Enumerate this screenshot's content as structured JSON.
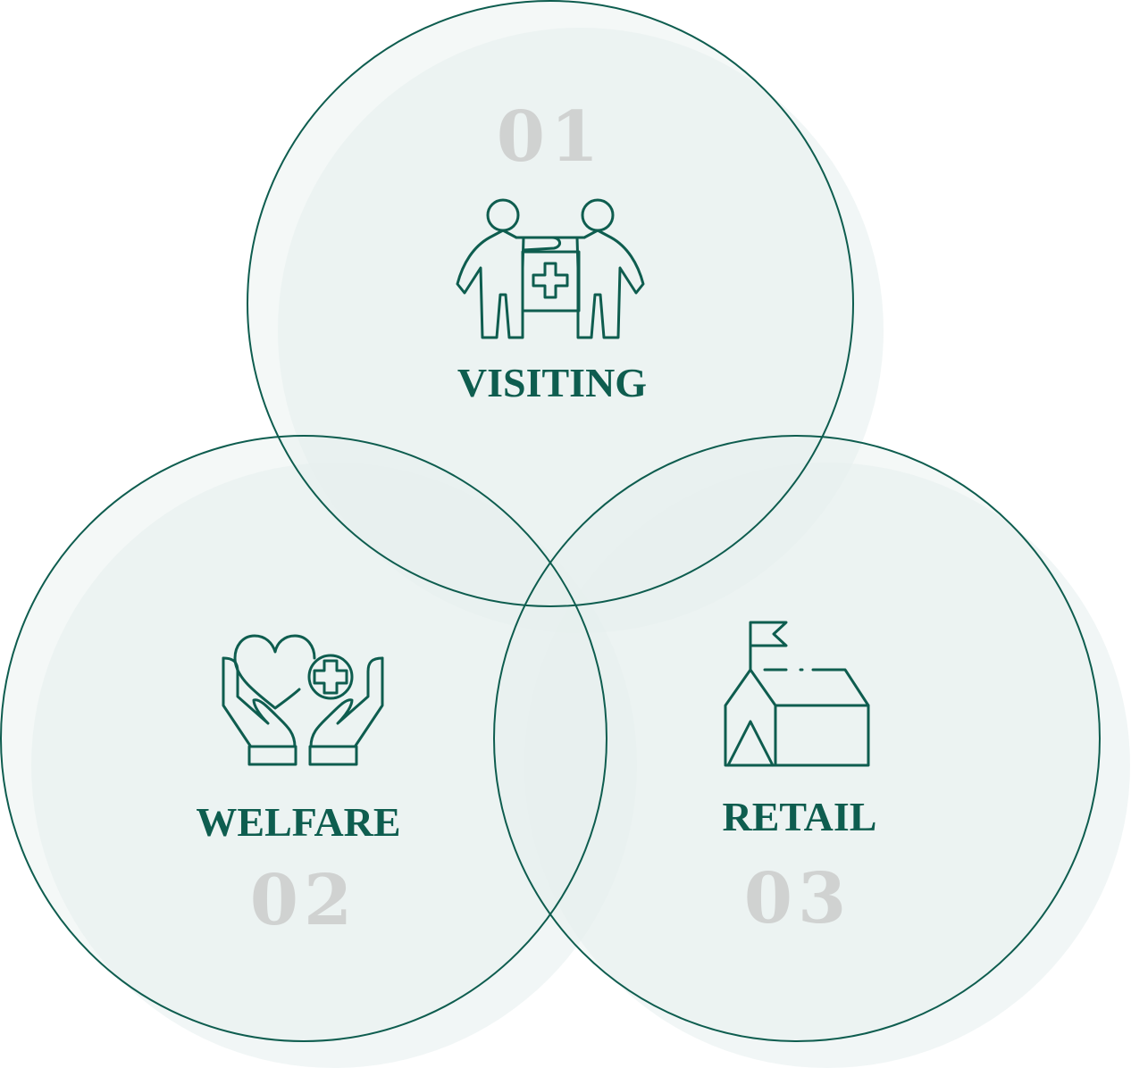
{
  "colors": {
    "ring": "#0e5d4f",
    "fill": "#e6efee",
    "label": "#0e5d4f",
    "number": "#d0d2d1"
  },
  "circles": [
    {
      "number": "01",
      "label": "VISITING",
      "icon": "caregiver-support-icon"
    },
    {
      "number": "02",
      "label": "WELFARE",
      "icon": "hands-heart-icon"
    },
    {
      "number": "03",
      "label": "RETAIL",
      "icon": "store-flag-icon"
    }
  ]
}
